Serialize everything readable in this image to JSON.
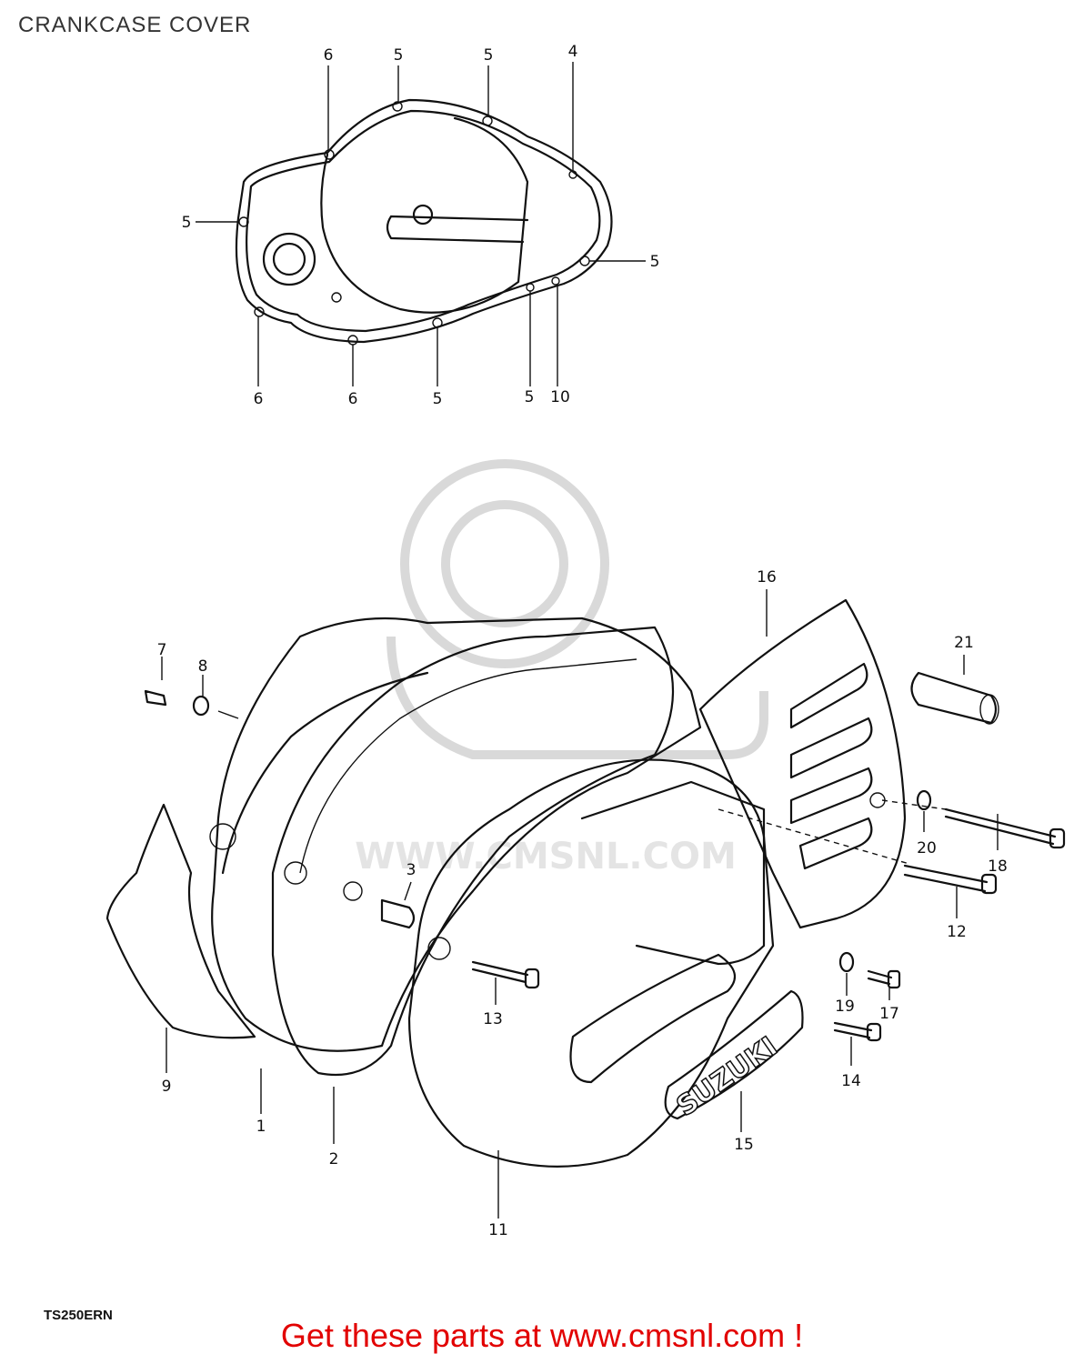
{
  "title": "CRANKCASE COVER",
  "model": "TS250ERN",
  "cta": "Get these parts at www.cmsnl.com !",
  "watermark": "WWW.CMSNL.COM",
  "brand_text": "SUZUKI",
  "top_callouts": [
    "6",
    "5",
    "5",
    "4",
    "5",
    "5",
    "6",
    "6",
    "5",
    "5",
    "10"
  ],
  "bottom_callouts": [
    "16",
    "21",
    "7",
    "8",
    "3",
    "20",
    "18",
    "12",
    "13",
    "19",
    "17",
    "14",
    "9",
    "1",
    "2",
    "15",
    "11"
  ]
}
